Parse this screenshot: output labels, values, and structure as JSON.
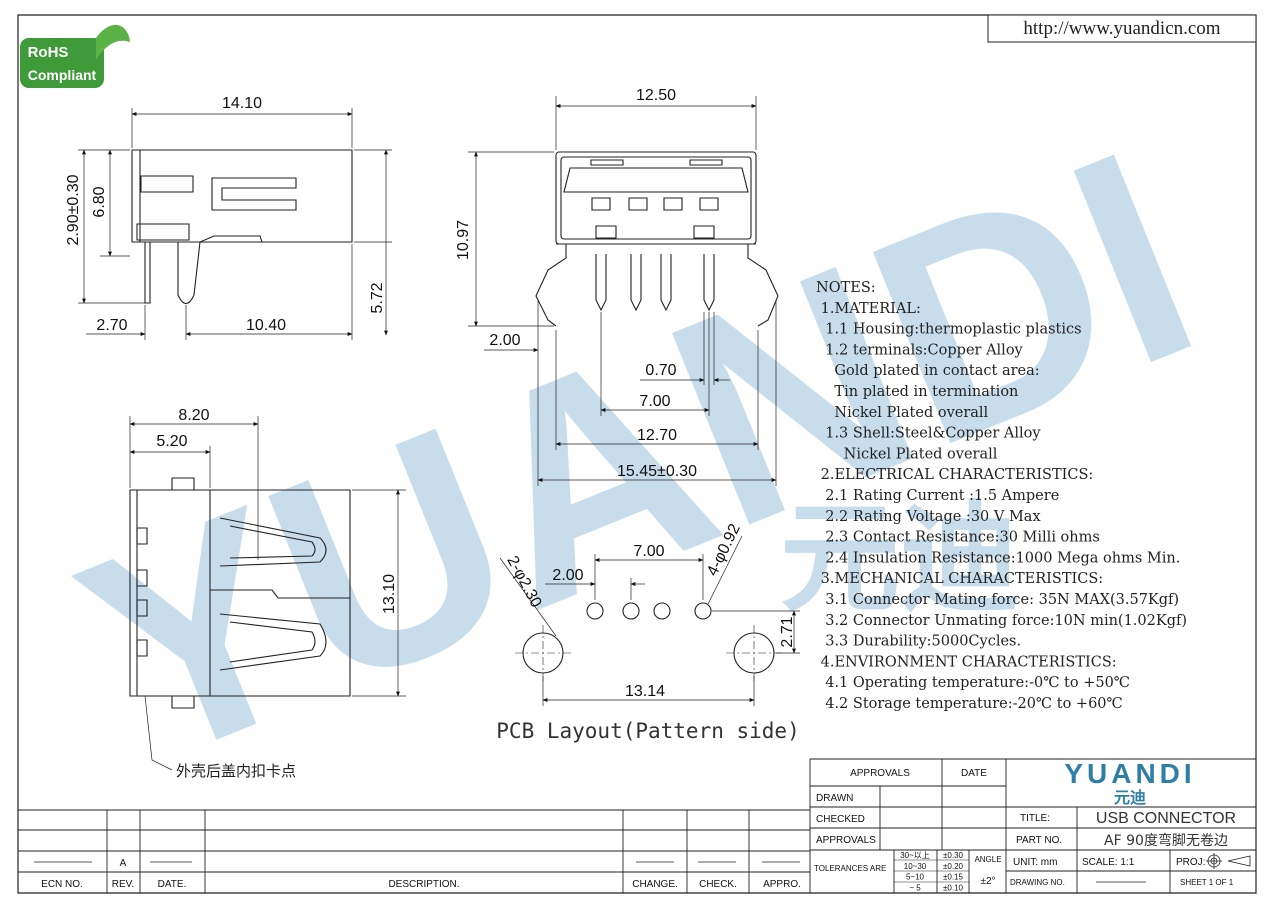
{
  "header": {
    "url": "http://www.yuandicn.com"
  },
  "rohs": {
    "line1": "RoHS",
    "line2": "Compliant",
    "color": "#3f9a3a"
  },
  "watermark": {
    "text": "YUANDI",
    "text_cn": "元迪",
    "color": "#9cc3dc"
  },
  "side_view": {
    "dims": {
      "width": "14.10",
      "height_a": "2.90±0.30",
      "height_b": "6.80",
      "height_c": "5.72",
      "left": "2.70",
      "right": "10.40"
    }
  },
  "front_view": {
    "dims": {
      "width": "12.50",
      "height": "10.97",
      "offset": "2.00",
      "pin_w": "0.70",
      "pitch": "7.00",
      "span": "12.70",
      "overall": "15.45±0.30"
    }
  },
  "top_view": {
    "dims": {
      "d1": "8.20",
      "d2": "5.20",
      "height": "13.10"
    },
    "callout": "外壳后盖内扣卡点"
  },
  "pcb_layout": {
    "caption": "PCB Layout(Pattern side)",
    "dims": {
      "pitch": "7.00",
      "pin_pitch": "2.00",
      "big_hole": "2-φ2.30",
      "small_hole": "4-φ0.92",
      "row_offset": "2.71",
      "hole_span": "13.14"
    }
  },
  "notes": [
    "NOTES:",
    " 1.MATERIAL:",
    "  1.1 Housing:thermoplastic plastics",
    "  1.2 terminals:Copper Alloy",
    "    Gold plated in contact area:",
    "    Tin plated in termination",
    "    Nickel Plated overall",
    "  1.3 Shell:Steel&Copper Alloy",
    "      Nickel Plated overall",
    " 2.ELECTRICAL CHARACTERISTICS:",
    "  2.1 Rating Current :1.5 Ampere",
    "  2.2 Rating Voltage :30 V Max",
    "  2.3 Contact Resistance:30 Milli ohms",
    "  2.4 Insulation Resistance:1000 Mega ohms Min.",
    " 3.MECHANICAL CHARACTERISTICS:",
    "  3.1 Connector Mating force: 35N MAX(3.57Kgf)",
    "  3.2 Connector Unmating force:10N min(1.02Kgf)",
    "  3.3 Durability:5000Cycles.",
    " 4.ENVIRONMENT CHARACTERISTICS:",
    "  4.1 Operating temperature:-0℃ to +50℃",
    "  4.2 Storage temperature:-20℃ to +60℃"
  ],
  "title_block": {
    "approvals": "APPROVALS",
    "date": "DATE",
    "drawn": "DRAWN",
    "checked": "CHECKED",
    "approvals2": "APPROVALS",
    "brand": "YUANDI",
    "brand_cn": "元迪",
    "brand_color": "#2e7fa8",
    "title_label": "TITLE:",
    "title_value": "USB CONNECTOR",
    "part_label": "PART NO.",
    "part_value": "AF 90度弯脚无卷边",
    "tolerances_label": "TOLERANCES ARE",
    "tol_ranges": [
      "30~以上",
      "10~30",
      "5~10",
      "~ 5"
    ],
    "tol_values": [
      "±0.30",
      "±0.20",
      "±0.15",
      "±0.10"
    ],
    "angle_label": "ANGLE",
    "angle_value": "±2°",
    "unit": "UNIT: mm",
    "scale": "SCALE:  1:1",
    "proj": "PROJ:",
    "drawing_no": "DRAWING NO.",
    "sheet": "SHEET  1 OF 1"
  },
  "revision_block": {
    "rev_value": "A",
    "headers": [
      "ECN NO.",
      "REV.",
      "DATE.",
      "DESCRIPTION.",
      "CHANGE.",
      "CHECK.",
      "APPRO."
    ]
  }
}
